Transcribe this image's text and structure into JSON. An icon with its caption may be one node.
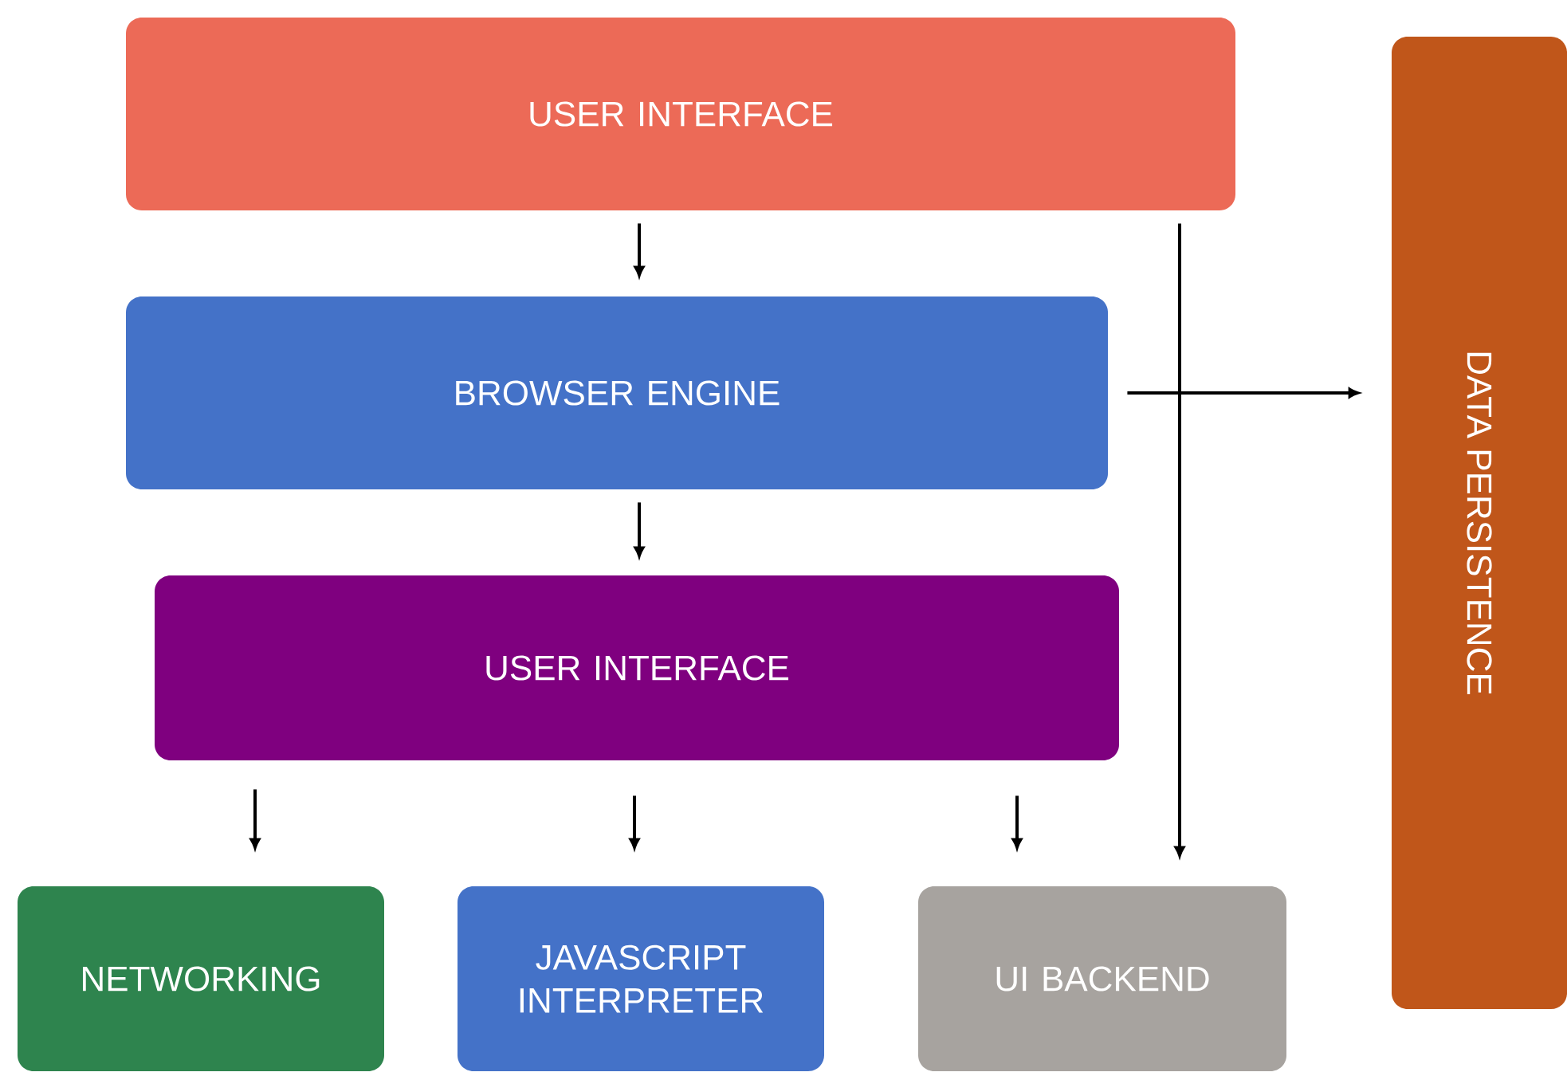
{
  "diagram": {
    "nodes": [
      {
        "text": [
          "USER INTERFACE"
        ]
      },
      {
        "text": [
          "BROWSER ENGINE"
        ]
      },
      {
        "text": [
          "USER INTERFACE"
        ]
      },
      {
        "text": [
          "NETWORKING"
        ]
      },
      {
        "text": [
          "JAVASCRIPT INTERPRETER"
        ]
      },
      {
        "text": [
          "UI BACKEND"
        ]
      },
      {
        "text": [
          "DATA PERSISTENCE"
        ]
      }
    ],
    "edges": [
      {
        "from": 0,
        "to": 1,
        "arrow": "to"
      },
      {
        "from": 1,
        "to": 2,
        "arrow": "to"
      },
      {
        "from": 2,
        "to": 3,
        "arrow": "to"
      },
      {
        "from": 2,
        "to": 4,
        "arrow": "to"
      },
      {
        "from": 2,
        "to": 5,
        "arrow": "to"
      },
      {
        "from": 0,
        "to": 5,
        "arrow": "to"
      },
      {
        "from": 1,
        "to": 6,
        "arrow": "to"
      }
    ]
  }
}
